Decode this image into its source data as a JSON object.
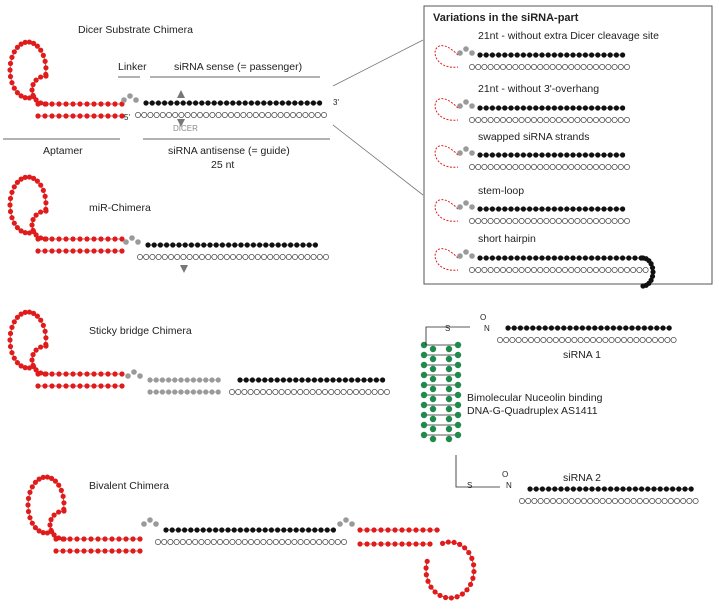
{
  "colors": {
    "aptamer": "#e01b1b",
    "sense": "#111111",
    "linker": "#9a9a9a",
    "quadruplex": "#1f8a4c",
    "box_border": "#555555"
  },
  "dicer_substrate": {
    "title": "Dicer Substrate Chimera",
    "linker_label": "Linker",
    "sense_label": "siRNA sense (= passenger)",
    "aptamer_label": "Aptamer",
    "antisense_label": "siRNA antisense (= guide)",
    "length_label": "25 nt",
    "dicer_label": "DICER",
    "end_3": "3'",
    "end_5": "5'"
  },
  "variations": {
    "title": "Variations in the siRNA-part",
    "items": [
      "21nt - without extra Dicer cleavage site",
      "21nt - without 3'-overhang",
      "swapped siRNA strands",
      "stem-loop",
      "short hairpin"
    ]
  },
  "mir": {
    "title": "miR-Chimera"
  },
  "sticky": {
    "title": "Sticky bridge Chimera",
    "sirna1": "siRNA 1",
    "sirna2": "siRNA 2",
    "quadruplex_line1": "Bimolecular Nuceolin binding",
    "quadruplex_line2": "DNA-G-Quadruplex AS1411",
    "s_label": "S",
    "o_label": "O",
    "n_label": "N"
  },
  "bivalent": {
    "title": "Bivalent Chimera"
  }
}
